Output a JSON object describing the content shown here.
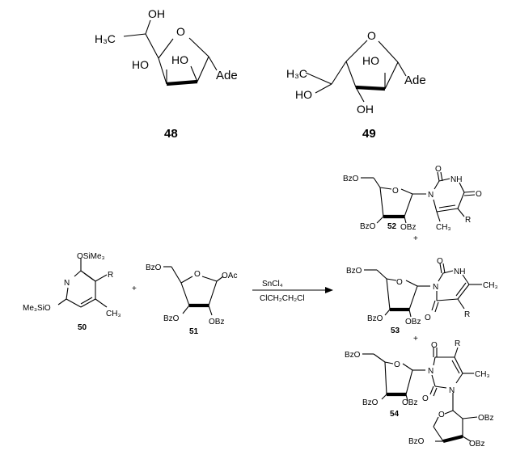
{
  "top": {
    "cmp48": {
      "h3c": "H₃C",
      "oh": "OH",
      "o": "O",
      "ho1": "HO",
      "ho2": "HO",
      "ade": "Ade",
      "number": "48"
    },
    "cmp49": {
      "o": "O",
      "h3c": "H₃C",
      "ho1": "HO",
      "ho2": "HO",
      "oh": "OH",
      "ade": "Ade",
      "number": "49"
    }
  },
  "reaction": {
    "cmp50": {
      "osime3": "OSiMe₃",
      "n": "N",
      "r": "R",
      "me3sio": "Me₃SiO",
      "ch3": "CH₃",
      "number": "50"
    },
    "plus1": "+",
    "cmp51": {
      "bzo1": "BzO",
      "o": "O",
      "oac": "OAc",
      "bzo2": "BzO",
      "obz": "OBz",
      "number": "51"
    },
    "conditions": {
      "reagent": "SnCl₄",
      "solvent": "ClCH₂CH₂Cl"
    },
    "cmp52": {
      "bzo1": "BzO",
      "o_ring": "O",
      "o_carbonyl1": "O",
      "nh": "NH",
      "n": "N",
      "o_carbonyl2": "O",
      "bzo2": "BzO",
      "obz": "OBz",
      "ch3": "CH₃",
      "r": "R",
      "number": "52"
    },
    "plus2": "+",
    "cmp53": {
      "bzo1": "BzO",
      "o_ring": "O",
      "o_carbonyl1": "O",
      "nh": "NH",
      "n": "N",
      "ch3": "CH₃",
      "bzo2": "BzO",
      "obz": "OBz",
      "o_carbonyl2": "O",
      "r": "R",
      "number": "53"
    },
    "plus3": "+",
    "cmp54": {
      "r": "R",
      "bzo1": "BzO",
      "o_carbonyl1": "O",
      "o_ring1": "O",
      "n1": "N",
      "ch3": "CH₃",
      "bzo2": "BzO",
      "obz1": "OBz",
      "o_carbonyl2": "O",
      "n2": "N",
      "o_ring2": "O",
      "obz2": "OBz",
      "bzo3": "BzO",
      "obz3": "OBz",
      "number": "54"
    }
  }
}
